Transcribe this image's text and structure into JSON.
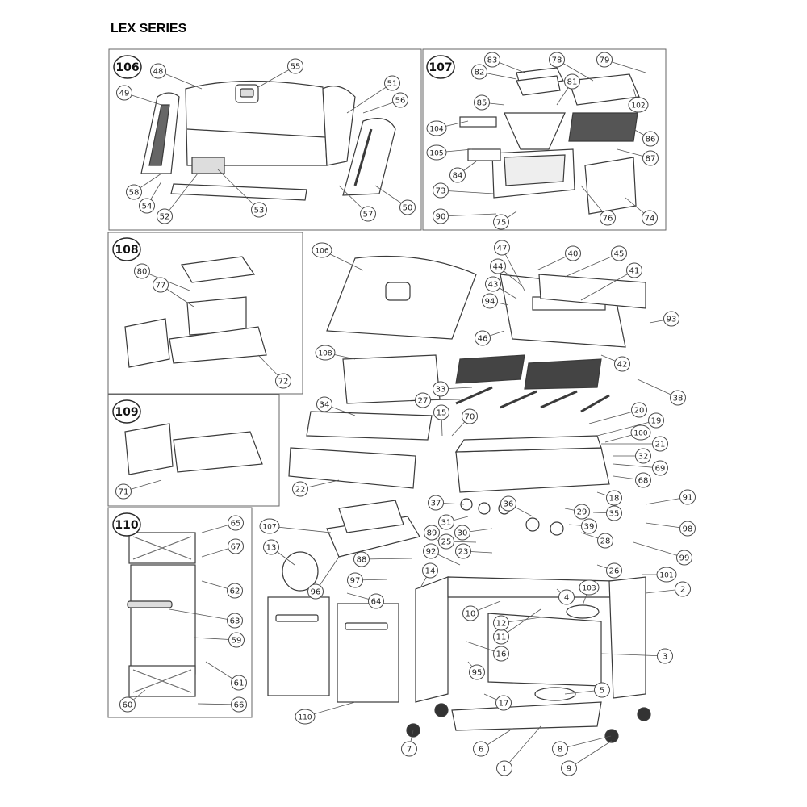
{
  "title": "LEX SERIES",
  "groups": [
    "106",
    "107",
    "108",
    "109",
    "110"
  ],
  "callouts": [
    "1",
    "2",
    "3",
    "4",
    "5",
    "6",
    "7",
    "8",
    "9",
    "10",
    "11",
    "12",
    "13",
    "14",
    "15",
    "16",
    "17",
    "18",
    "19",
    "20",
    "21",
    "22",
    "23",
    "25",
    "26",
    "27",
    "28",
    "29",
    "30",
    "31",
    "32",
    "33",
    "34",
    "35",
    "36",
    "37",
    "38",
    "39",
    "40",
    "41",
    "42",
    "43",
    "44",
    "45",
    "46",
    "47",
    "48",
    "49",
    "50",
    "51",
    "52",
    "53",
    "54",
    "55",
    "56",
    "57",
    "58",
    "59",
    "60",
    "61",
    "62",
    "63",
    "64",
    "65",
    "66",
    "67",
    "68",
    "69",
    "70",
    "71",
    "72",
    "73",
    "74",
    "75",
    "76",
    "77",
    "78",
    "79",
    "80",
    "81",
    "82",
    "83",
    "84",
    "85",
    "86",
    "87",
    "88",
    "89",
    "90",
    "91",
    "92",
    "93",
    "94",
    "95",
    "96",
    "97",
    "98",
    "99",
    "100",
    "101",
    "102",
    "103",
    "104",
    "105",
    "106",
    "107",
    "108",
    "110"
  ],
  "colors": {
    "line": "#4a4a4a",
    "fill": "#ffffff",
    "dark": "#2a2a2a",
    "grey": "#d8d8d8"
  }
}
